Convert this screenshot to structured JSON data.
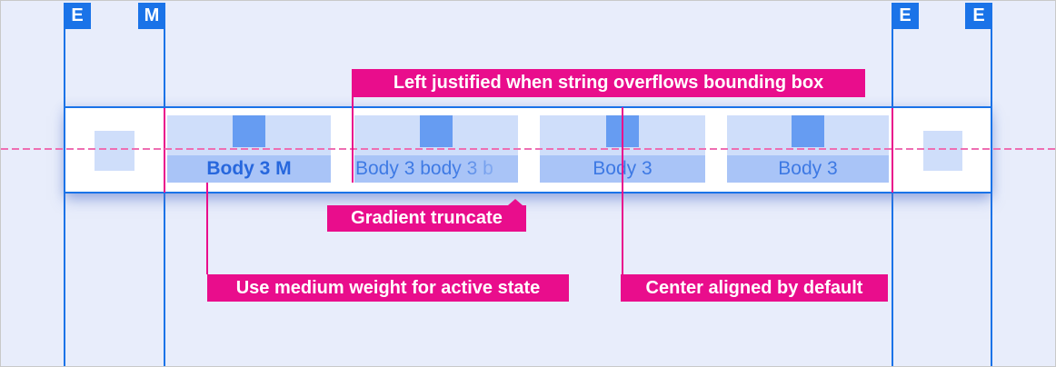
{
  "markers": [
    {
      "label": "E"
    },
    {
      "label": "M"
    },
    {
      "label": "E"
    },
    {
      "label": "E"
    }
  ],
  "tabs": [
    {
      "label": "Body 3 M",
      "state": "active"
    },
    {
      "label": "Body 3 body 3 b",
      "state": "gradient-truncated"
    },
    {
      "label": "Body 3",
      "state": "default"
    },
    {
      "label": "Body 3",
      "state": "default"
    }
  ],
  "annotations": {
    "left_justified": "Left justified when string overflows bounding box",
    "gradient_truncate": "Gradient truncate",
    "medium_weight": "Use medium weight for active state",
    "center_aligned": "Center aligned by default"
  },
  "colors": {
    "background": "#e8edfb",
    "guide_blue": "#1a73e8",
    "band_background": "#ffffff",
    "tab_top": "#cfdefa",
    "tab_label_background": "#a9c4f7",
    "tab_indicator": "#669cf2",
    "tab_text": "#3d79e4",
    "tab_text_active": "#2767dd",
    "annotation_magenta": "#e90d8c",
    "dashed_line_pink": "#ee6fb2"
  }
}
